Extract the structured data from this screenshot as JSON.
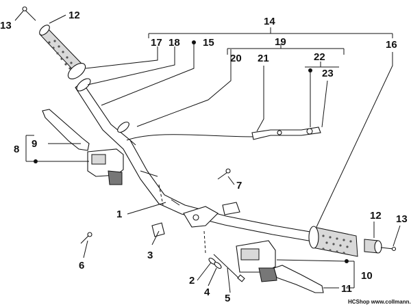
{
  "labels": {
    "p1": "1",
    "p2": "2",
    "p3": "3",
    "p4": "4",
    "p5": "5",
    "p6": "6",
    "p7": "7",
    "p8": "8",
    "p9": "9",
    "p10": "10",
    "p11": "11",
    "p12": "12",
    "p13": "13",
    "p14": "14",
    "p15": "15",
    "p16": "16",
    "p17": "17",
    "p18": "18",
    "p19": "19",
    "p20": "20",
    "p21": "21",
    "p22": "22",
    "p23": "23",
    "p12b": "12",
    "p13b": "13"
  },
  "credit": "HCShop www.collmann.eu"
}
